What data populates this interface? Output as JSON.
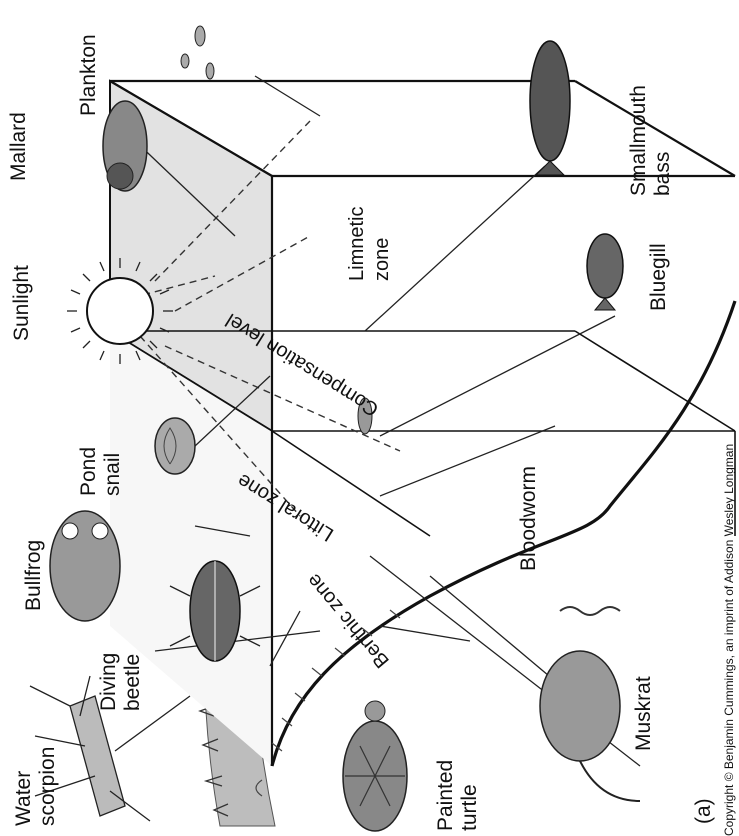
{
  "figure_letter": "(a)",
  "copyright": "Copyright © Benjamin Cummings, an imprint of Addison Wesley Longman",
  "labels": {
    "water_scorpion": [
      "Water",
      "scorpion"
    ],
    "painted_turtle": [
      "Painted",
      "turtle"
    ],
    "diving_beetle": [
      "Diving",
      "beetle"
    ],
    "bullfrog": "Bullfrog",
    "pond_snail": [
      "Pond",
      "snail"
    ],
    "sunlight": "Sunlight",
    "mallard": "Mallard",
    "plankton": "Plankton",
    "smallmouth_bass": [
      "Smallmouth",
      "bass"
    ],
    "bluegill": "Bluegill",
    "bloodworm": "Bloodworm",
    "muskrat": "Muskrat"
  },
  "zones": {
    "littoral": "Littoral zone",
    "limnetic": [
      "Limnetic",
      "zone"
    ],
    "compensation": "Compensation level",
    "benthic": "Benthic zone"
  }
}
